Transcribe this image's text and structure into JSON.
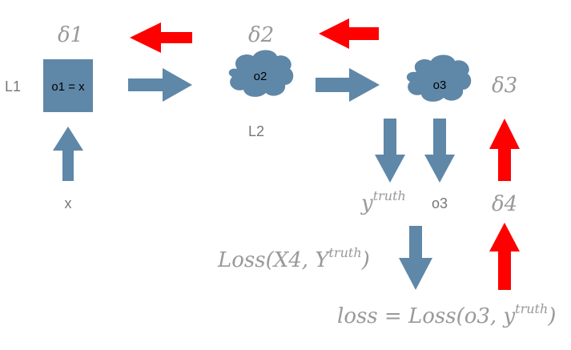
{
  "colors": {
    "node": "#5f87a8",
    "forward_arrow": "#5f87a8",
    "backward_arrow": "#ff0000",
    "math_text": "#999999",
    "label_text": "#777777"
  },
  "nodes": {
    "input": {
      "label": "o1 = x",
      "shape": "square"
    },
    "hidden": {
      "label": "o2",
      "shape": "cloud"
    },
    "output": {
      "label": "o3",
      "shape": "cloud"
    }
  },
  "layers": {
    "l1": "L1",
    "l2": "L2"
  },
  "labels": {
    "x": "x",
    "o3": "o3"
  },
  "deltas": {
    "d1": "δ1",
    "d2": "δ2",
    "d3": "δ3",
    "d4": "δ4"
  },
  "math": {
    "y_truth_base": "y",
    "y_truth_sup": "truth",
    "loss_fn_left": "Loss(X4, Y",
    "loss_fn_sup": "truth",
    "loss_fn_right": ")",
    "loss_eq_left": "loss",
    "loss_eq_mid": " = ",
    "loss_eq_fn": "Loss(o3, y",
    "loss_eq_sup": "truth",
    "loss_eq_right": ")"
  }
}
